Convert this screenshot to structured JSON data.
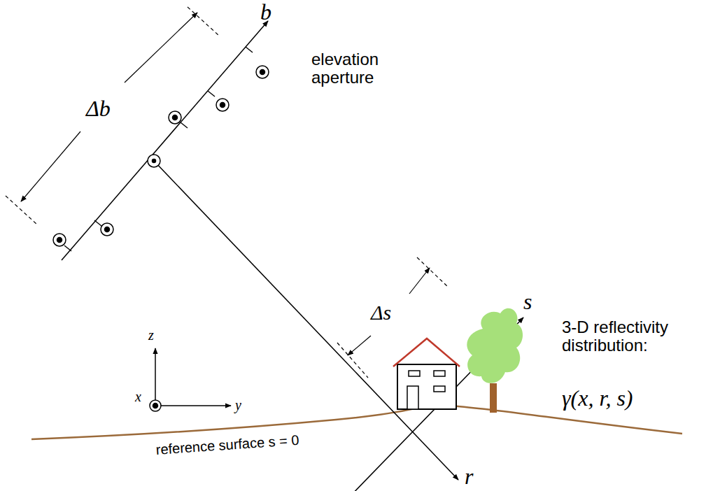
{
  "diagram": {
    "labels": [
      "b",
      "Δb",
      "elevation aperture",
      "Δs",
      "s",
      "3-D reflectivity distribution:",
      "γ(x, r, s)",
      "z",
      "x",
      "y",
      "reference surface s = 0",
      "r"
    ]
  }
}
